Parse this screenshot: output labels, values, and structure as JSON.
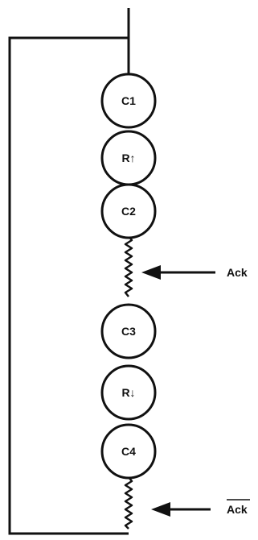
{
  "diagram": {
    "nodes": [
      {
        "id": "c1",
        "label": "C1"
      },
      {
        "id": "r-up",
        "label": "R↑"
      },
      {
        "id": "c2",
        "label": "C2"
      },
      {
        "id": "c3",
        "label": "C3"
      },
      {
        "id": "r-down",
        "label": "R↓"
      },
      {
        "id": "c4",
        "label": "C4"
      }
    ],
    "signals": [
      {
        "id": "ack",
        "label": "Ack",
        "overline": false
      },
      {
        "id": "ack-bar",
        "label": "Ack",
        "overline": true
      }
    ],
    "colors": {
      "stroke": "#111111",
      "fill": "#ffffff",
      "background": "#ffffff"
    }
  }
}
